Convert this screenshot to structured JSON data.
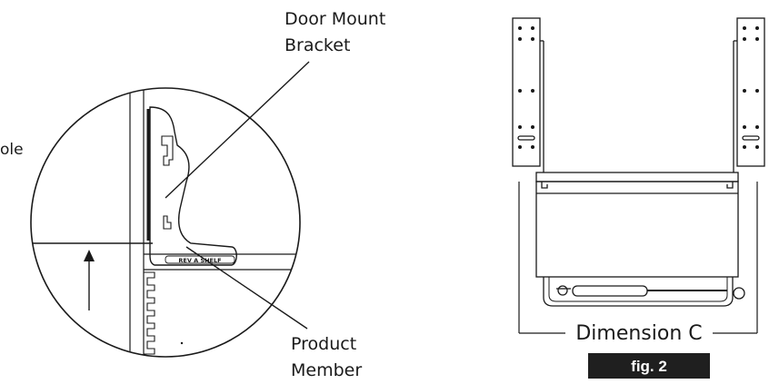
{
  "labels": {
    "door_mount_bracket_line1": "Door Mount",
    "door_mount_bracket_line2": "Bracket",
    "cropped_left_label": "ole",
    "product_member_line1": "Product",
    "product_member_line2": "Member",
    "dimension": "Dimension C",
    "figure": "fig. 2",
    "bracket_stamp": "REV A SHELF"
  },
  "colors": {
    "ink": "#1a1a1a",
    "badge": "#1f1f1f",
    "background": "#ffffff"
  }
}
